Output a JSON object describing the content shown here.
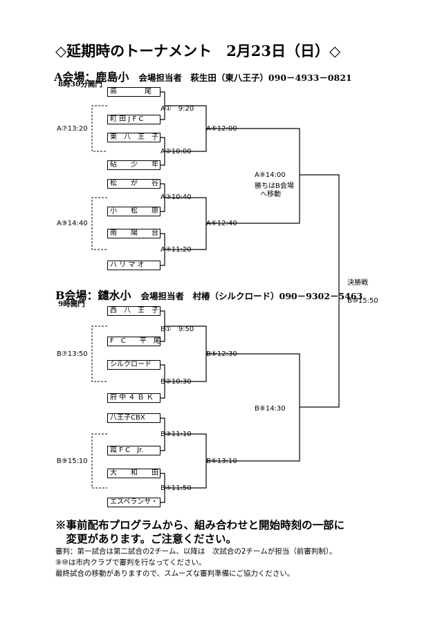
{
  "title": "◇延期時のトーナメント　2月23日（日）◇",
  "venue_a": {
    "name": "A会場：鹿島小",
    "contact": "会場担当者　萩生田（東八王子）090－4933－0821",
    "open": "8時30分開門",
    "teams": [
      "高　　　　尾",
      "町 田 J F C",
      "東　八　王　子",
      "砧　　少　　年",
      "松　　が　　谷",
      "小　　松　　原",
      "南　　陽　　台",
      "ハ リ マ オ"
    ],
    "matches": [
      "A①　9:20",
      "A②10:00",
      "A③10:40",
      "A④11:20",
      "A⑤12:00",
      "A⑥12:40",
      "A⑦13:20",
      "A⑨14:40"
    ],
    "semi": [
      "A⑧14:00",
      "勝ちはB会場",
      "へ移動"
    ]
  },
  "venue_b": {
    "name": "B会場：鑓水小",
    "contact": "会場担当者　村椿（シルクロード）090－9302－5463",
    "open": "9時開門",
    "teams": [
      "西　八　王　子",
      "F　C　　平　尾",
      "シルクロード",
      "府 中 ４ Ｂ Ｋ",
      "八王子CBX",
      "霞 F C　Jr.",
      "大　　和　　田",
      "エスペランサ・ト"
    ],
    "matches": [
      "B①　9:50",
      "B②10:30",
      "B③11:10",
      "B④11:50",
      "B⑤12:30",
      "B⑥13:10",
      "B⑦13:50",
      "B⑨15:10"
    ],
    "semi": [
      "B⑧14:30"
    ]
  },
  "final": {
    "label": "決勝戦",
    "match": "B⑩15:50"
  },
  "notes": {
    "line1": "※事前配布プログラムから、組み合わせと開始時刻の一部に",
    "line2": "　変更があります。ご注意ください。",
    "line3": "審判：第一試合は第二試合の2チーム、以降は　次試合の2チームが担当（前審判制）。",
    "line4": "⑨⑩は市内クラブで審判を行なってください。",
    "line5": "最終試合の移動がありますので、スムーズな審判準備にご協力ください。"
  }
}
